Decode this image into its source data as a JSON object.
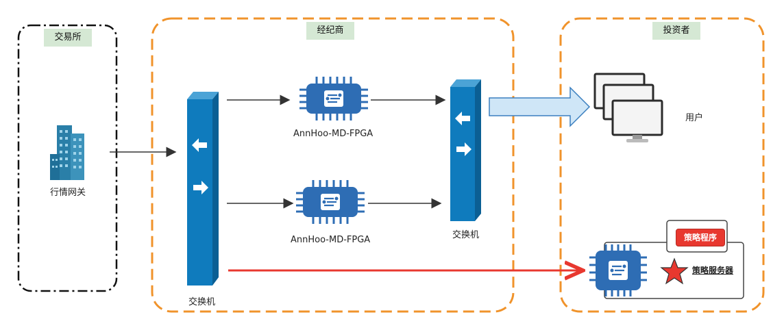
{
  "zones": {
    "exchange": "交易所",
    "broker": "经纪商",
    "investor": "投资者"
  },
  "nodes": {
    "market_gateway": "行情网关",
    "switch_left": "交换机",
    "switch_right": "交换机",
    "fpga_top": "AnnHoo-MD-FPGA",
    "fpga_bottom": "AnnHoo-MD-FPGA",
    "users": "用户",
    "strategy_program": "策略程序",
    "strategy_server": "策略服务器"
  },
  "icons": {
    "building": "building-icon",
    "switch": "network-switch-icon",
    "chip": "fpga-chip-icon",
    "monitors": "monitor-stack-icon",
    "star": "star-icon"
  },
  "colors": {
    "orange_border": "#f0932b",
    "black_border": "#111111",
    "zone_label_bg": "#d5e8d4",
    "switch_blue": "#0f7bbd",
    "chip_blue": "#2e6db4",
    "red_line": "#e8382f",
    "light_blue_arrow": "#cfe6f7"
  }
}
